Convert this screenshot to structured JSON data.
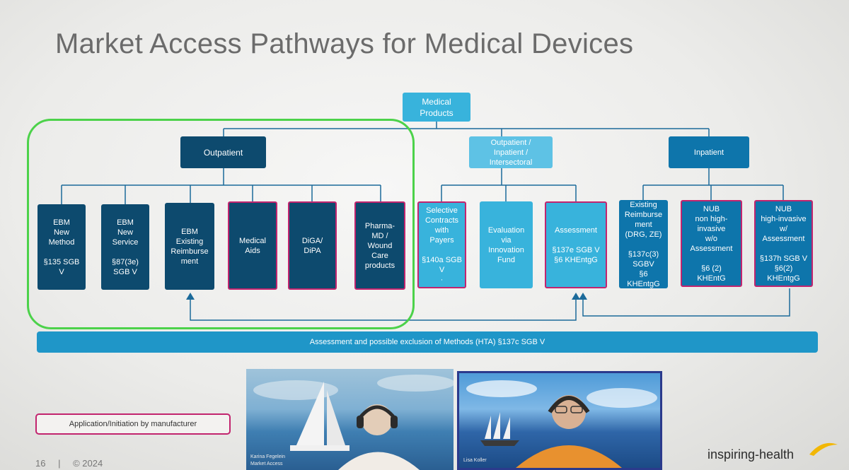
{
  "slide": {
    "title": "Market Access Pathways for Medical Devices",
    "page_number": "16",
    "separator": "|",
    "copyright": "© 2024",
    "logo_text": "inspiring-health"
  },
  "tree": {
    "root": "Medical\nProducts",
    "outpatient": "Outpatient",
    "intersectoral": "Outpatient /\nInpatient /\nIntersectoral",
    "inpatient": "Inpatient",
    "leaves": [
      "EBM\nNew\nMethod\n\n§135 SGB\nV",
      "EBM\nNew\nService\n\n§87(3e)\nSGB V",
      "EBM\nExisting\nReimburse\nment",
      "Medical\nAids",
      "DiGA/\nDiPA",
      "Pharma-\nMD /\nWound\nCare\nproducts",
      "Selective\nContracts\nwith\nPayers\n\n§140a SGB\nV\n·",
      "Evaluation\nvia\nInnovation\nFund",
      "Assessment\n\n§137e SGB V\n§6 KHEntgG",
      "Existing\nReimburse\nment\n(DRG, ZE)\n\n§137c(3)\nSGBV\n§6\nKHEntgG",
      "NUB\nnon high-\ninvasive\nw/o\nAssessment\n\n§6 (2)\nKHEntG",
      "NUB\nhigh-invasive\nw/\nAssessment\n\n§137h SGB V\n§6(2)\nKHEntgG"
    ]
  },
  "hta_bar": "Assessment and possible exclusion of Methods (HTA) §137c SGB V",
  "legend_label": "Application/Initiation by manufacturer",
  "participants": {
    "left_name": "Karina Fegelein",
    "left_role": "Market Access",
    "right_name": "Lisa Koller"
  },
  "colors": {
    "dark_box": "#0d4a6e",
    "mid_box": "#0e75ab",
    "light_box": "#38b3dc",
    "manufacturer_border": "#c2246e",
    "group_frame": "#4cd24a",
    "hta_bar": "#1f96c8"
  }
}
